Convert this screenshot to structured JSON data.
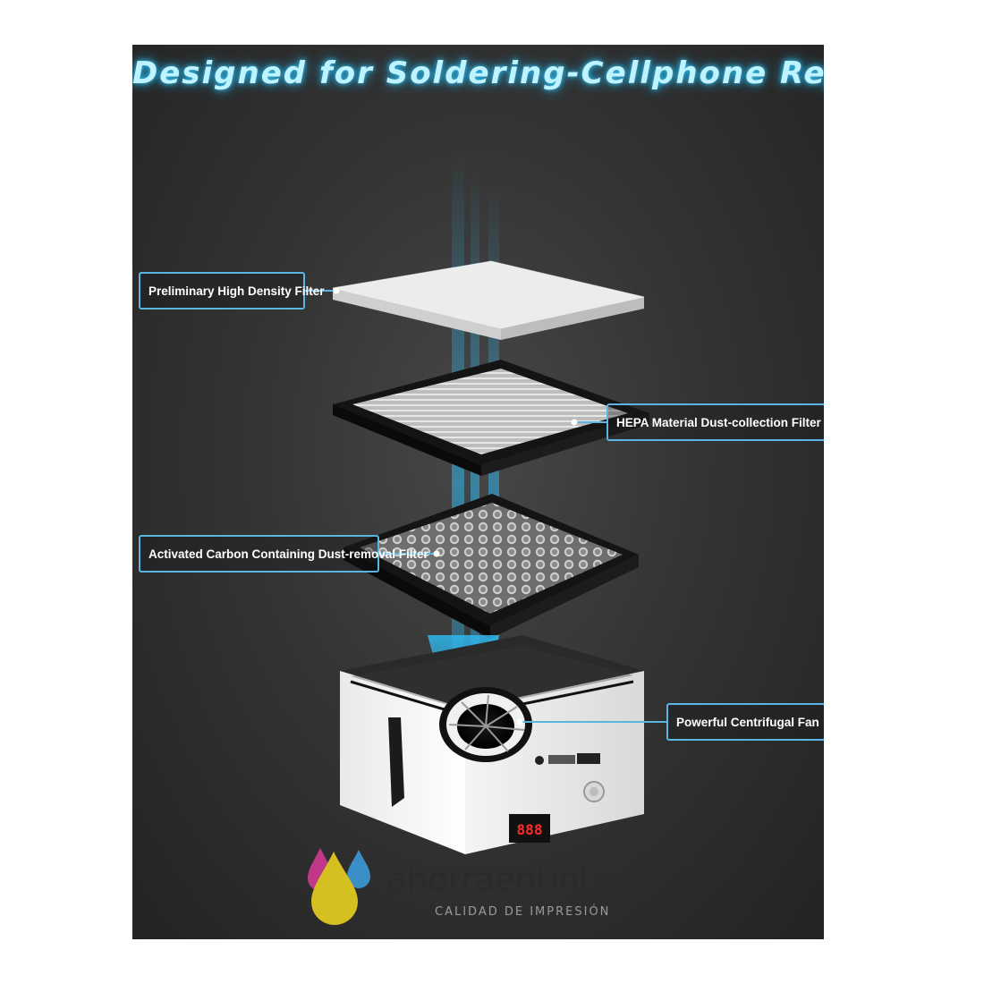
{
  "title": "Designed for Soldering-Cellphone Repair",
  "callouts": {
    "preliminary": "Preliminary High Density Filter",
    "hepa": "HEPA Material Dust-collection Filter",
    "carbon": "Activated Carbon Containing Dust-removal Filter",
    "fan": "Powerful Centrifugal Fan"
  },
  "device": {
    "display_readout": "888"
  },
  "watermark": {
    "brand": "ahorraentinta",
    "tagline": "CALIDAD DE IMPRESIÓN"
  },
  "colors": {
    "background": "#2e2e2e",
    "accent": "#5ab6e0",
    "title_glow": "#35c6f5",
    "display_red": "#ff2a2a"
  }
}
